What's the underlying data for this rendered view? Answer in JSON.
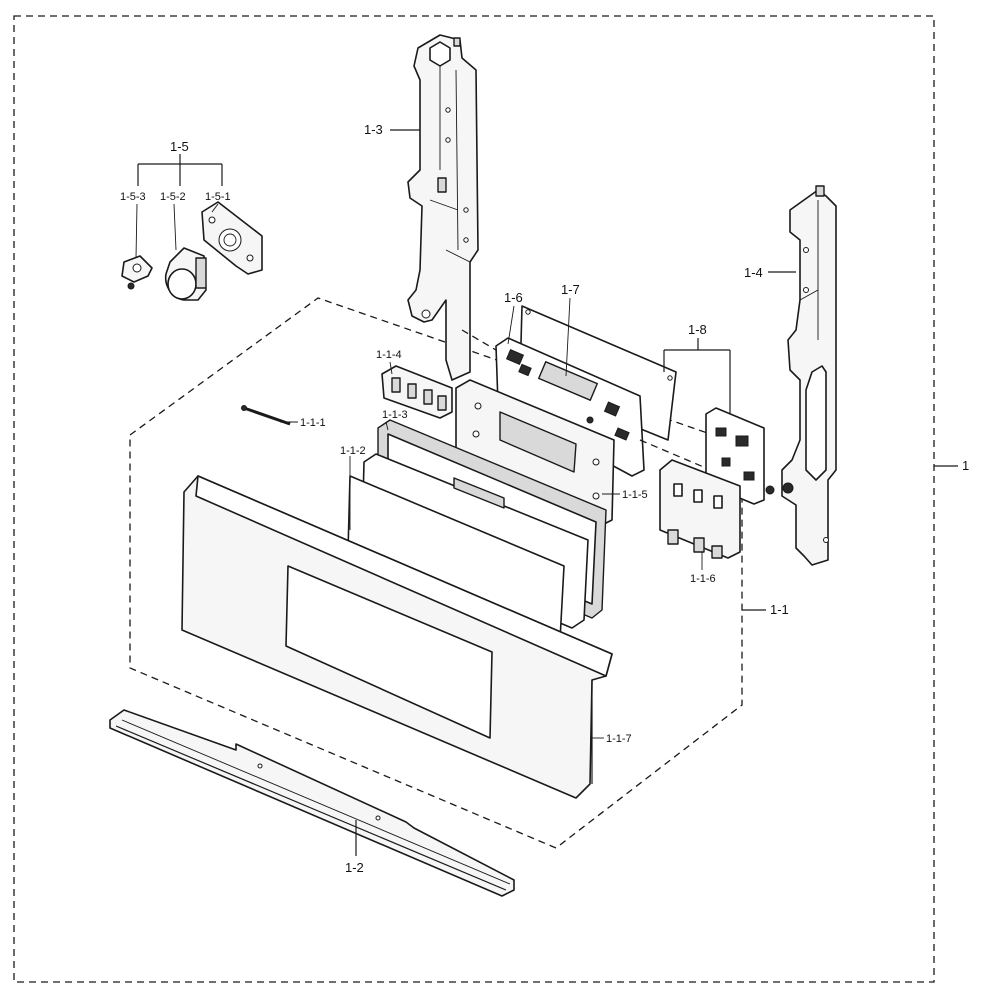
{
  "diagram": {
    "labels": {
      "assembly": "1",
      "sub_1_1": "1-1",
      "sub_1_1_1": "1-1-1",
      "sub_1_1_2": "1-1-2",
      "sub_1_1_3": "1-1-3",
      "sub_1_1_4": "1-1-4",
      "sub_1_1_5": "1-1-5",
      "sub_1_1_6": "1-1-6",
      "sub_1_1_7": "1-1-7",
      "sub_1_2": "1-2",
      "sub_1_3": "1-3",
      "sub_1_4": "1-4",
      "sub_1_5": "1-5",
      "sub_1_5_1": "1-5-1",
      "sub_1_5_2": "1-5-2",
      "sub_1_5_3": "1-5-3",
      "sub_1_6": "1-6",
      "sub_1_7": "1-7",
      "sub_1_8": "1-8"
    }
  }
}
